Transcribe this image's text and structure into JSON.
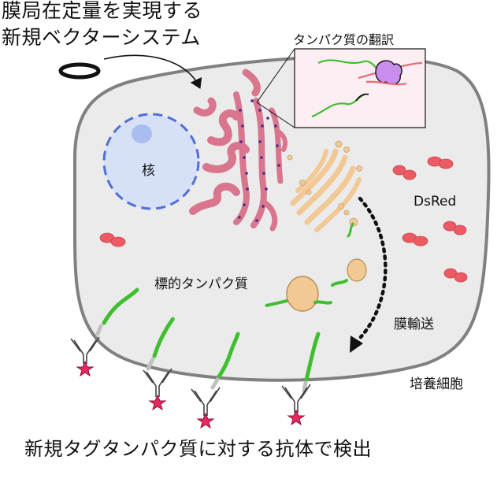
{
  "title": {
    "line1": "膜局在定量を実現する",
    "line2": "新規ベクターシステム"
  },
  "labels": {
    "translation": "タンパク質の翻訳",
    "nucleus": "核",
    "dsred": "DsRed",
    "target_protein": "標的タンパク質",
    "membrane_transport": "膜輸送",
    "cultured_cell": "培養細胞"
  },
  "bottom_caption": "新規タグタンパク質に対する抗体で検出",
  "colors": {
    "cell_fill": "#ebebeb",
    "cell_stroke": "#808080",
    "nucleus_fill": "#d6e0f7",
    "nucleus_stroke": "#4f6fd6",
    "nucleolus": "#a9bdf0",
    "er": "#d9758d",
    "golgi": "#f2c895",
    "dsred": "#ec5a63",
    "tag": "#3fbf2f",
    "ribosome": "#c98df0",
    "star": "#e8285f"
  }
}
